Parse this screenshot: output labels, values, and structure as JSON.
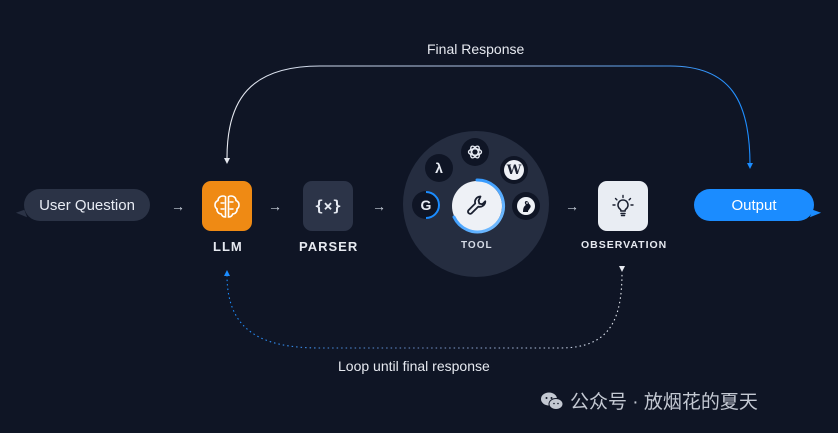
{
  "diagram": {
    "labels": {
      "final_response": "Final Response",
      "loop": "Loop until final response"
    },
    "input_bubble": "User Question",
    "output_bubble": "Output",
    "nodes": {
      "llm": "LLM",
      "parser": "PARSER",
      "parser_glyph": "{×}",
      "tool": "TOOL",
      "observation": "OBSERVATION"
    },
    "tool_icons": {
      "lambda": "λ",
      "wiki": "W",
      "google": "G"
    },
    "colors": {
      "background": "#0f1525",
      "llm": "#ef8a14",
      "accent": "#1b8cff",
      "tile": "#2c3448"
    }
  },
  "watermark": {
    "text": "公众号 · 放烟花的夏天"
  }
}
